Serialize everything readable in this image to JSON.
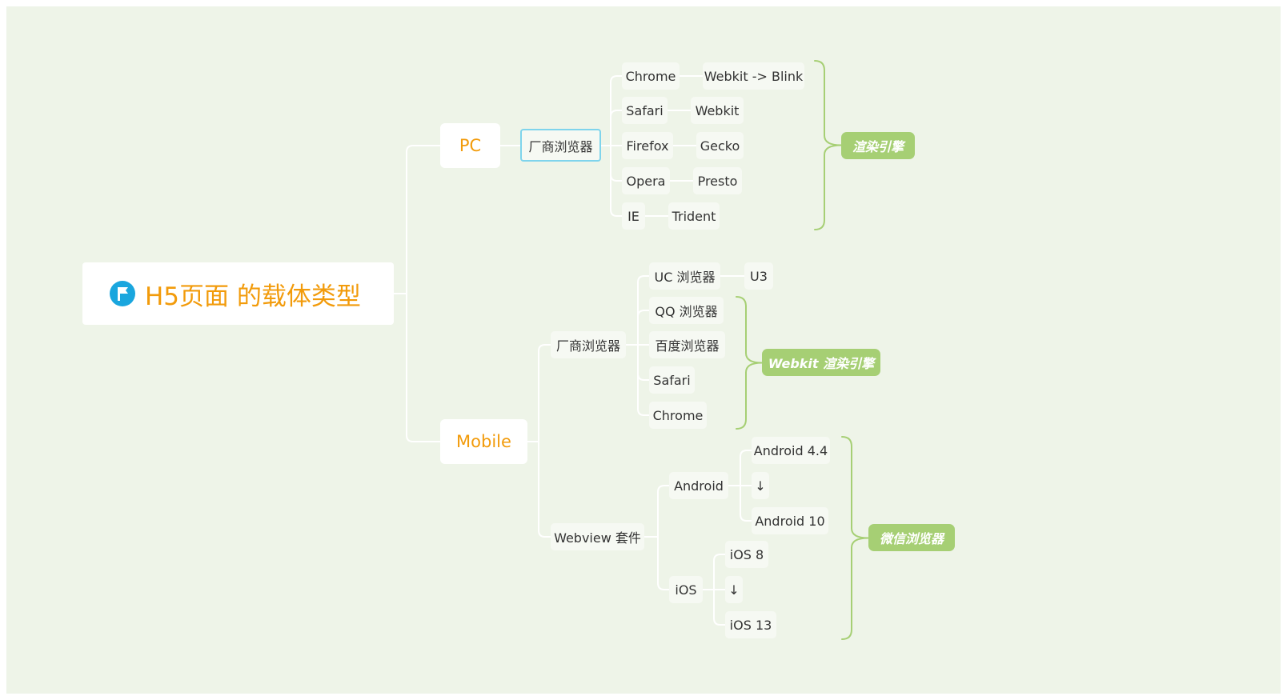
{
  "colors": {
    "canvas": "#eef4e8",
    "accent": "#f29b0b",
    "summary": "#a6cf74",
    "line": "#ffffff",
    "selection": "#7fd4ec"
  },
  "root": {
    "title": "H5页面 的载体类型",
    "icon": "flag-icon"
  },
  "pc": {
    "label": "PC",
    "vendor": {
      "label": "厂商浏览器"
    },
    "browsers": [
      {
        "name": "Chrome",
        "engine": "Webkit -> Blink"
      },
      {
        "name": "Safari",
        "engine": "Webkit"
      },
      {
        "name": "Firefox",
        "engine": "Gecko"
      },
      {
        "name": "Opera",
        "engine": "Presto"
      },
      {
        "name": "IE",
        "engine": "Trident"
      }
    ],
    "summary": "渲染引擎"
  },
  "mobile": {
    "label": "Mobile",
    "vendor": {
      "label": "厂商浏览器",
      "uc": {
        "name": "UC 浏览器",
        "engine": "U3"
      },
      "browsers": [
        "QQ 浏览器",
        "百度浏览器",
        "Safari",
        "Chrome"
      ],
      "summary": "Webkit 渲染引擎"
    },
    "webview": {
      "label": "Webview 套件",
      "android": {
        "label": "Android",
        "from": "Android 4.4",
        "arrow": "↓",
        "to": "Android 10"
      },
      "ios": {
        "label": "iOS",
        "from": "iOS 8",
        "arrow": "↓",
        "to": "iOS 13"
      },
      "summary": "微信浏览器"
    }
  }
}
